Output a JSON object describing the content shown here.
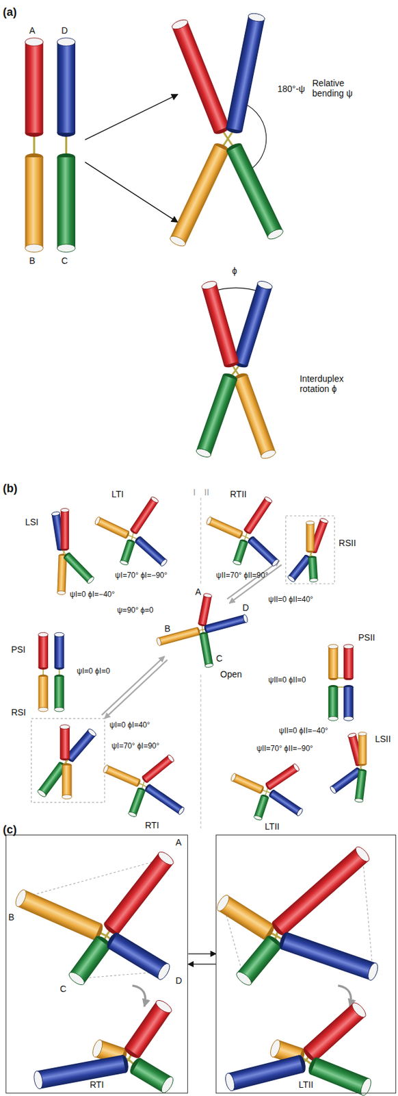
{
  "diagram": {
    "nodes": [
      {
        "text": [
          "RTI"
        ]
      },
      {
        "text": [
          "LTII"
        ]
      }
    ],
    "edges": [
      {
        "from": 0,
        "to": 1,
        "arrow": "to"
      },
      {
        "from": 1,
        "to": 0,
        "arrow": "to"
      }
    ],
    "labels": [
      "(a)",
      "A",
      "D",
      "B",
      "C",
      "180°-ψ",
      "Relative bending ψ",
      "ϕ",
      "Interduplex rotation ϕ",
      "(b)",
      "I",
      "II",
      "LTI",
      "ψI=70° ϕI=−90°",
      "RTII",
      "ψII=70° ϕII=90°",
      "LSI",
      "ψI=0 ϕI=−40°",
      "RSII",
      "ψ=90° ϕ=0",
      "A",
      "D",
      "B",
      "C",
      "Open",
      "ψII=0 ϕII=40°",
      "PSI",
      "ψI=0 ϕI=0",
      "PSII",
      "ψII=0 ϕII=0",
      "RSI",
      "ψI=0 ϕI=40°",
      "LSII",
      "ψII=0 ϕII=−40°",
      "ψI=70° ϕI=90°",
      "RTI",
      "ψII=70° ϕII=−90°",
      "LTII",
      "(c)",
      "A",
      "B",
      "C",
      "D"
    ]
  }
}
